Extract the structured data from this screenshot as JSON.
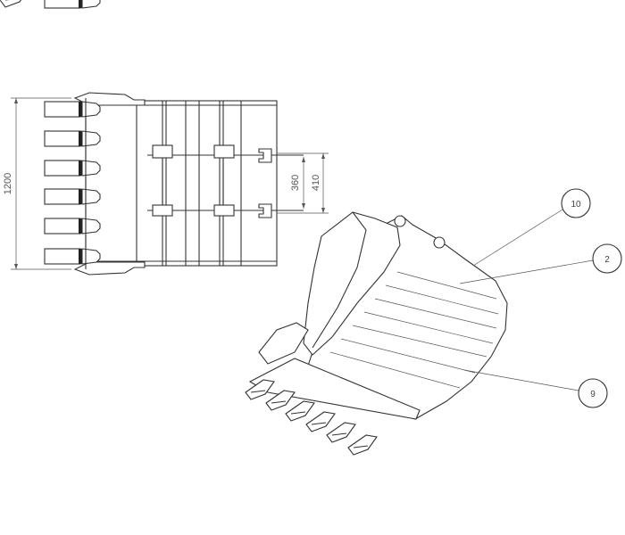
{
  "dimensions": {
    "overall_width": "1200",
    "pin_spacing_inner": "360",
    "pin_spacing_outer": "410"
  },
  "balloons": [
    {
      "label": "10"
    },
    {
      "label": "2"
    },
    {
      "label": "9"
    }
  ],
  "views": {
    "top_view_teeth_count": 6,
    "iso_view_teeth_count": 6
  }
}
